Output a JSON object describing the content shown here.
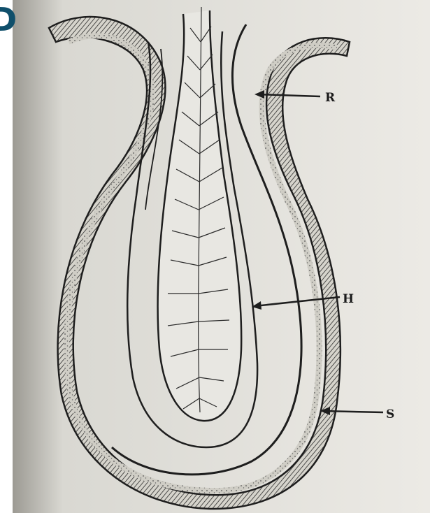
{
  "panel_letter": "D",
  "labels": {
    "r": "R",
    "h": "H",
    "s": "S"
  },
  "colors": {
    "panel_letter": "#0f4f6b",
    "paper": "#e9e8e3",
    "ink": "#1e1e1e",
    "shade": "#bdbbb4"
  }
}
